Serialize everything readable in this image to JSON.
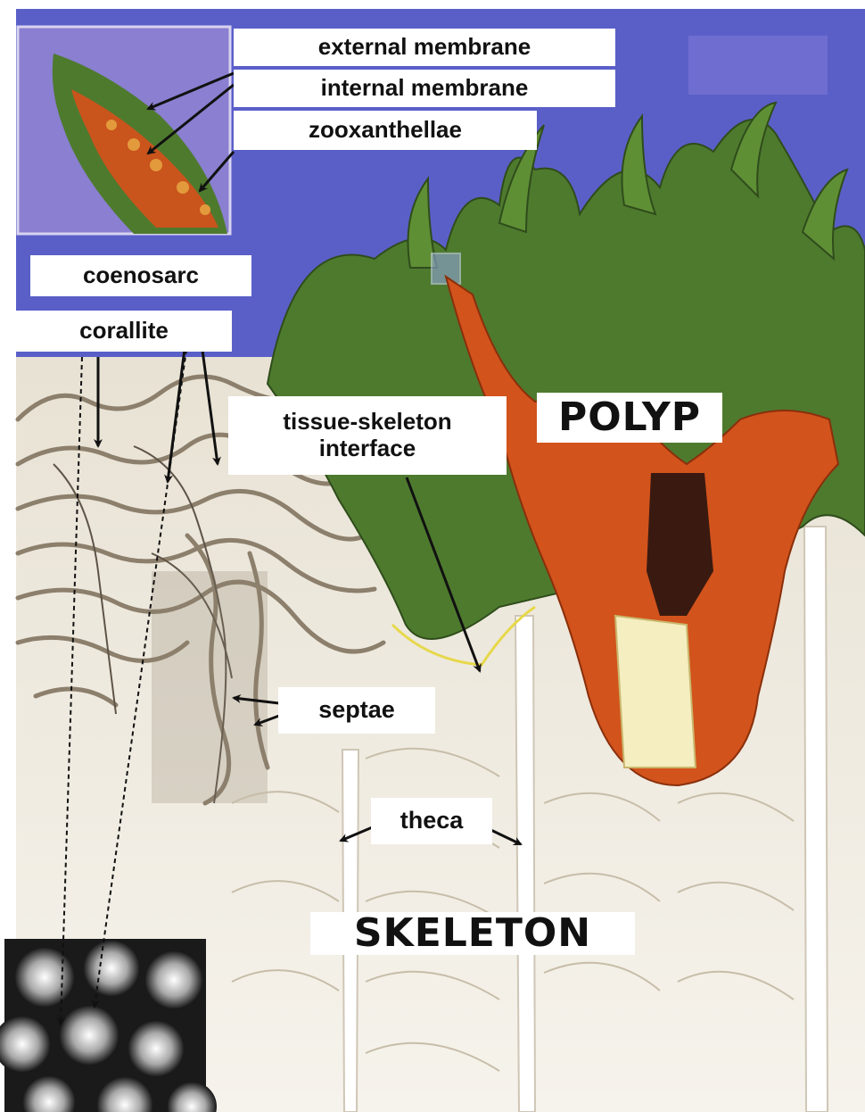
{
  "labels": {
    "external_membrane": "external membrane",
    "internal_membrane": "internal membrane",
    "zooxanthellae": "zooxanthellae",
    "coenosarc": "coenosarc",
    "corallite": "corallite",
    "tissue_skeleton_interface_line1": "tissue-skeleton",
    "tissue_skeleton_interface_line2": "interface",
    "polyp": "POLYP",
    "septae": "septae",
    "theca": "theca",
    "skeleton": "SKELETON"
  },
  "colors": {
    "background_sky": "#5a5fc8",
    "tissue_green": "#4e7a2e",
    "tissue_orange": "#d2531c",
    "skeleton_cream": "#f1ebde",
    "skeleton_shade": "#b9ab94",
    "inset_purple": "#8a7fd0"
  }
}
